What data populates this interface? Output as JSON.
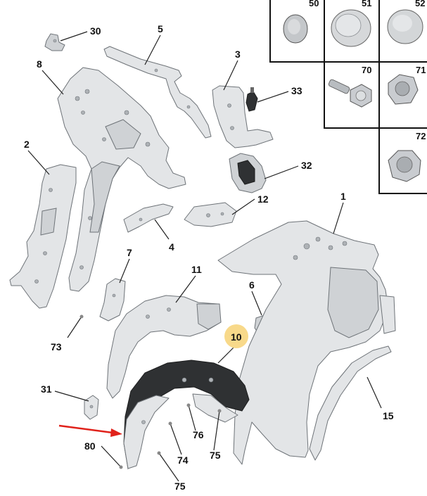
{
  "labels": {
    "l1": "1",
    "l2": "2",
    "l3": "3",
    "l4": "4",
    "l5": "5",
    "l6": "6",
    "l7": "7",
    "l8": "8",
    "l10": "10",
    "l11": "11",
    "l12": "12",
    "l15": "15",
    "l30": "30",
    "l31": "31",
    "l32": "32",
    "l33": "33",
    "l73": "73",
    "l74": "74",
    "l75a": "75",
    "l75b": "75",
    "l76": "76",
    "l80": "80"
  },
  "fastener_table": {
    "cells": {
      "c50": "50",
      "c51": "51",
      "c52": "52",
      "c70": "70",
      "c71": "71",
      "c72": "72"
    }
  },
  "highlighted_part": "10",
  "colors": {
    "highlight": "#f8d98a",
    "arrow": "#e0221b",
    "line": "#111111"
  },
  "icons": {
    "pointer": "red-arrow-icon"
  }
}
